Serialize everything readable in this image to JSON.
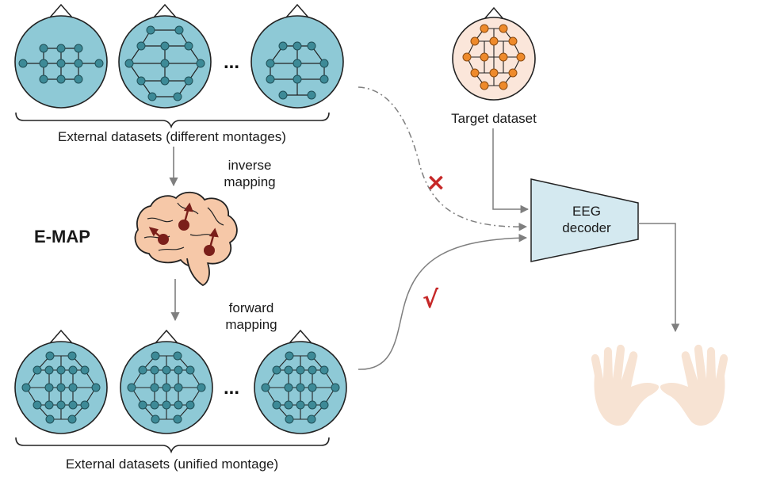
{
  "labels": {
    "external_different": "External datasets (different montages)",
    "external_unified": "External datasets (unified montage)",
    "target": "Target dataset",
    "inverse_1": "inverse",
    "inverse_2": "mapping",
    "forward_1": "forward",
    "forward_2": "mapping",
    "emap": "E-MAP",
    "decoder_1": "EEG",
    "decoder_2": "decoder",
    "ellipsis": "...",
    "reject_mark": "×",
    "accept_mark": "√"
  },
  "colors": {
    "head_blue": "#8ec9d6",
    "node_blue": "#3d8a97",
    "head_orange": "#fbe6da",
    "node_orange": "#ee8a2b",
    "decoder_fill": "#d4e9f0",
    "brain": "#f6c8a8",
    "dipole": "#7a1f1a",
    "hand": "#f7e3d3",
    "reject": "#c62828",
    "accept": "#c62828",
    "arrow": "#7f7f7f"
  },
  "icons": [
    "eeg-head-icon",
    "brain-icon",
    "hand-icon"
  ]
}
